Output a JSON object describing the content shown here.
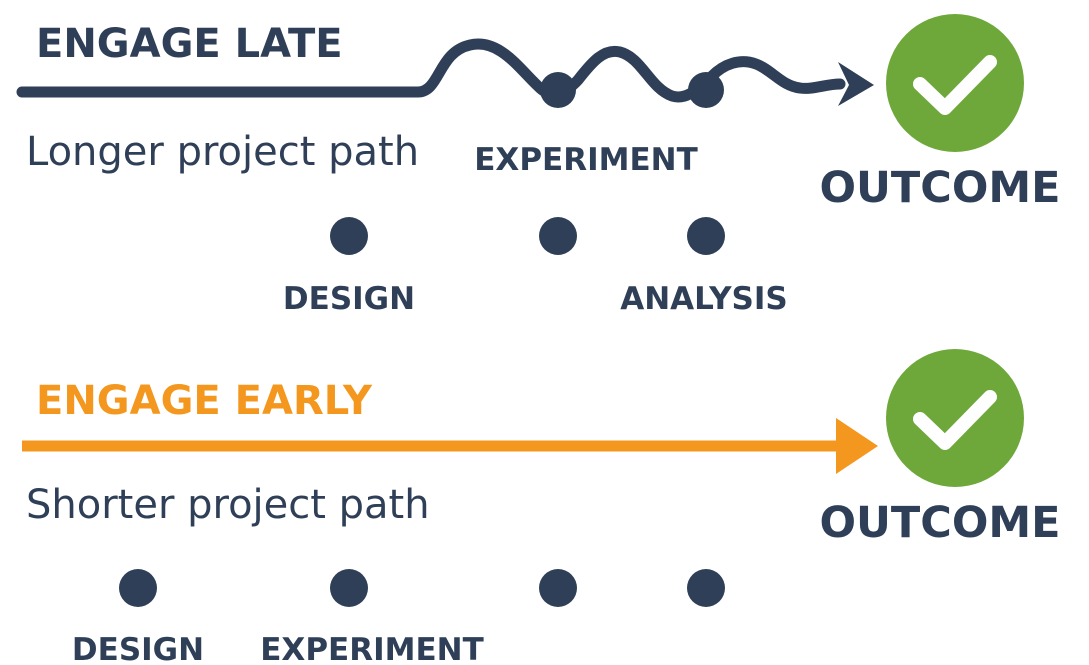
{
  "colors": {
    "navy": "#2e3f57",
    "orange": "#f4971e",
    "green": "#6ea83a",
    "white": "#ffffff"
  },
  "late": {
    "heading": "ENGAGE LATE",
    "subtitle": "Longer project path",
    "outcome_label": "OUTCOME",
    "outcome_icon": "check-circle-icon",
    "path_style": "wavy",
    "stages": [
      "EXPERIMENT",
      "DESIGN",
      "ANALYSIS"
    ]
  },
  "early": {
    "heading": "ENGAGE EARLY",
    "subtitle": "Shorter project path",
    "outcome_label": "OUTCOME",
    "outcome_icon": "check-circle-icon",
    "path_style": "straight",
    "stages": [
      "DESIGN",
      "EXPERIMENT"
    ]
  }
}
